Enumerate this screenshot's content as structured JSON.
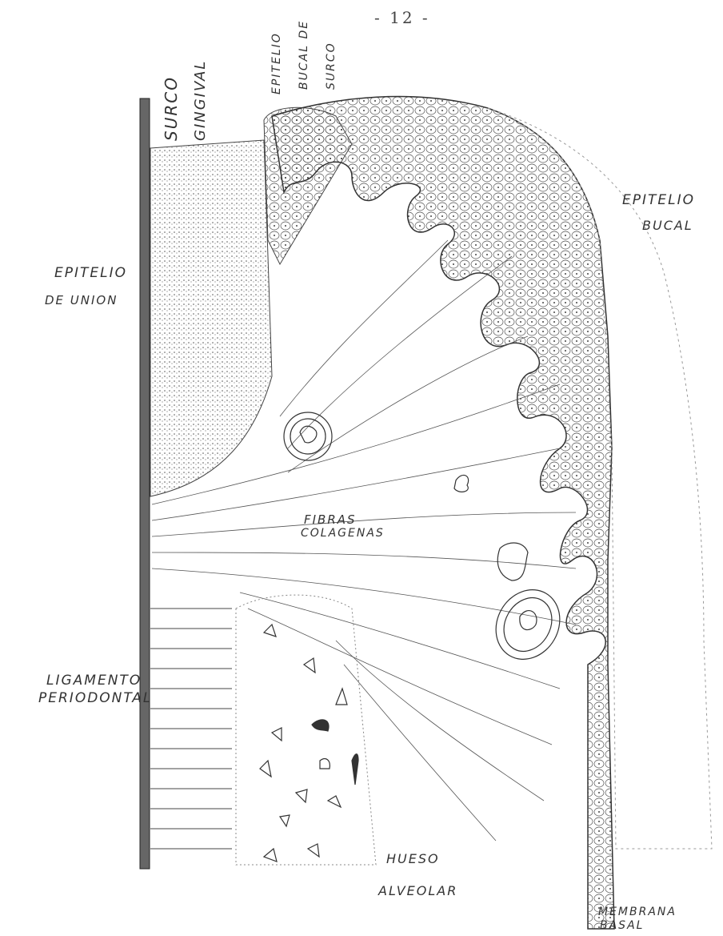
{
  "page_number": "- 12 -",
  "labels": {
    "surco": "SURCO",
    "gingival": "GINGIVAL",
    "epitelio_surco_1": "EPITELIO",
    "epitelio_surco_2": "BUCAL DE",
    "epitelio_surco_3": "SURCO",
    "epitelio_bucal_1": "EPITELIO",
    "epitelio_bucal_2": "BUCAL",
    "epitelio_union_1": "EPITELIO",
    "epitelio_union_2": "DE UNION",
    "fibras_1": "FIBRAS",
    "fibras_2": "COLAGENAS",
    "ligamento_1": "LIGAMENTO",
    "ligamento_2": "PERIODONTAL",
    "hueso_1": "HUESO",
    "hueso_2": "ALVEOLAR",
    "membrana_1": "MEMBRANA",
    "membrana_2": "BASAL"
  },
  "colors": {
    "ink": "#2b2b2b",
    "light_ink": "#666666",
    "paper": "#ffffff"
  }
}
